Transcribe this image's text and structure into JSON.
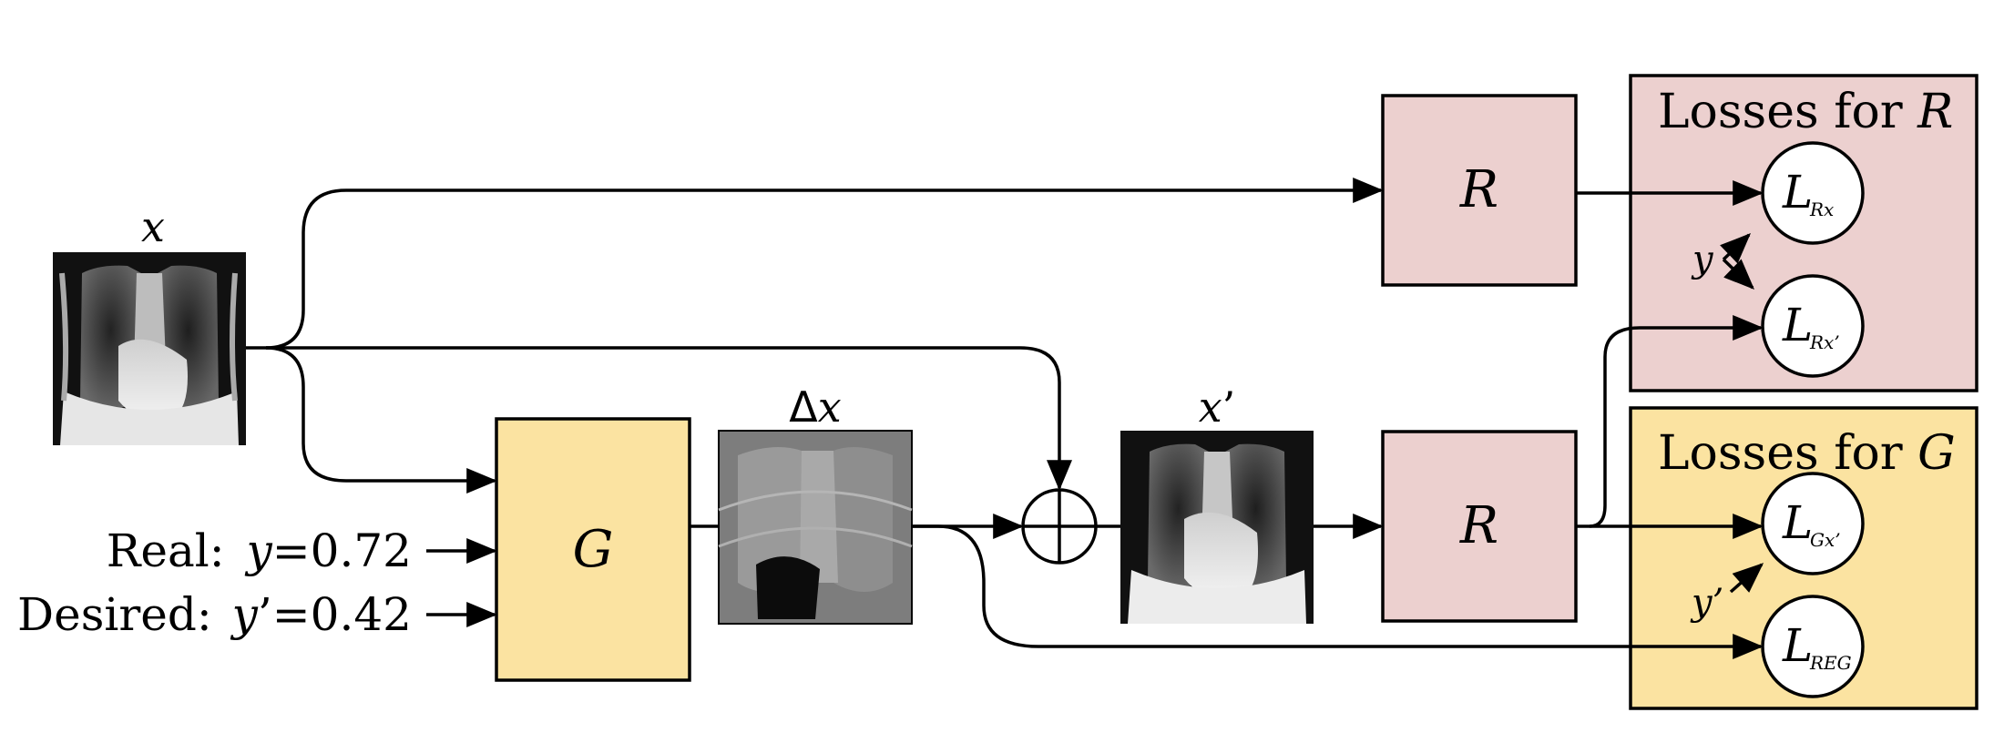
{
  "colors": {
    "r_fill": "#ecd0cf",
    "g_fill": "#fbe3a1",
    "stroke": "#000000",
    "background": "#ffffff"
  },
  "images": {
    "input": {
      "label": "x",
      "icon": "chest-xray-image"
    },
    "delta": {
      "label_prefix": "Δ",
      "label": "x",
      "icon": "difference-map-image"
    },
    "output": {
      "label": "x",
      "prime": "’",
      "icon": "chest-xray-image"
    }
  },
  "inputs": {
    "real": {
      "label": "Real:",
      "var": "y",
      "eq": "=0.72"
    },
    "desired": {
      "label": "Desired:",
      "var": "y",
      "prime": "’",
      "eq": "=0.42"
    }
  },
  "blocks": {
    "generator": "G",
    "regressor_top": "R",
    "regressor_bottom": "R"
  },
  "losses_r": {
    "title": "Losses for",
    "title_var": "R",
    "y_label": "y",
    "items": [
      {
        "main": "L",
        "sub": "Rx"
      },
      {
        "main": "L",
        "sub": "Rx’"
      }
    ]
  },
  "losses_g": {
    "title": "Losses for",
    "title_var": "G",
    "y_label": "y",
    "y_prime": "’",
    "items": [
      {
        "main": "L",
        "sub": "Gx’"
      },
      {
        "main": "L",
        "sub": "REG"
      }
    ]
  },
  "operator": {
    "icon": "plus-circle-icon"
  }
}
